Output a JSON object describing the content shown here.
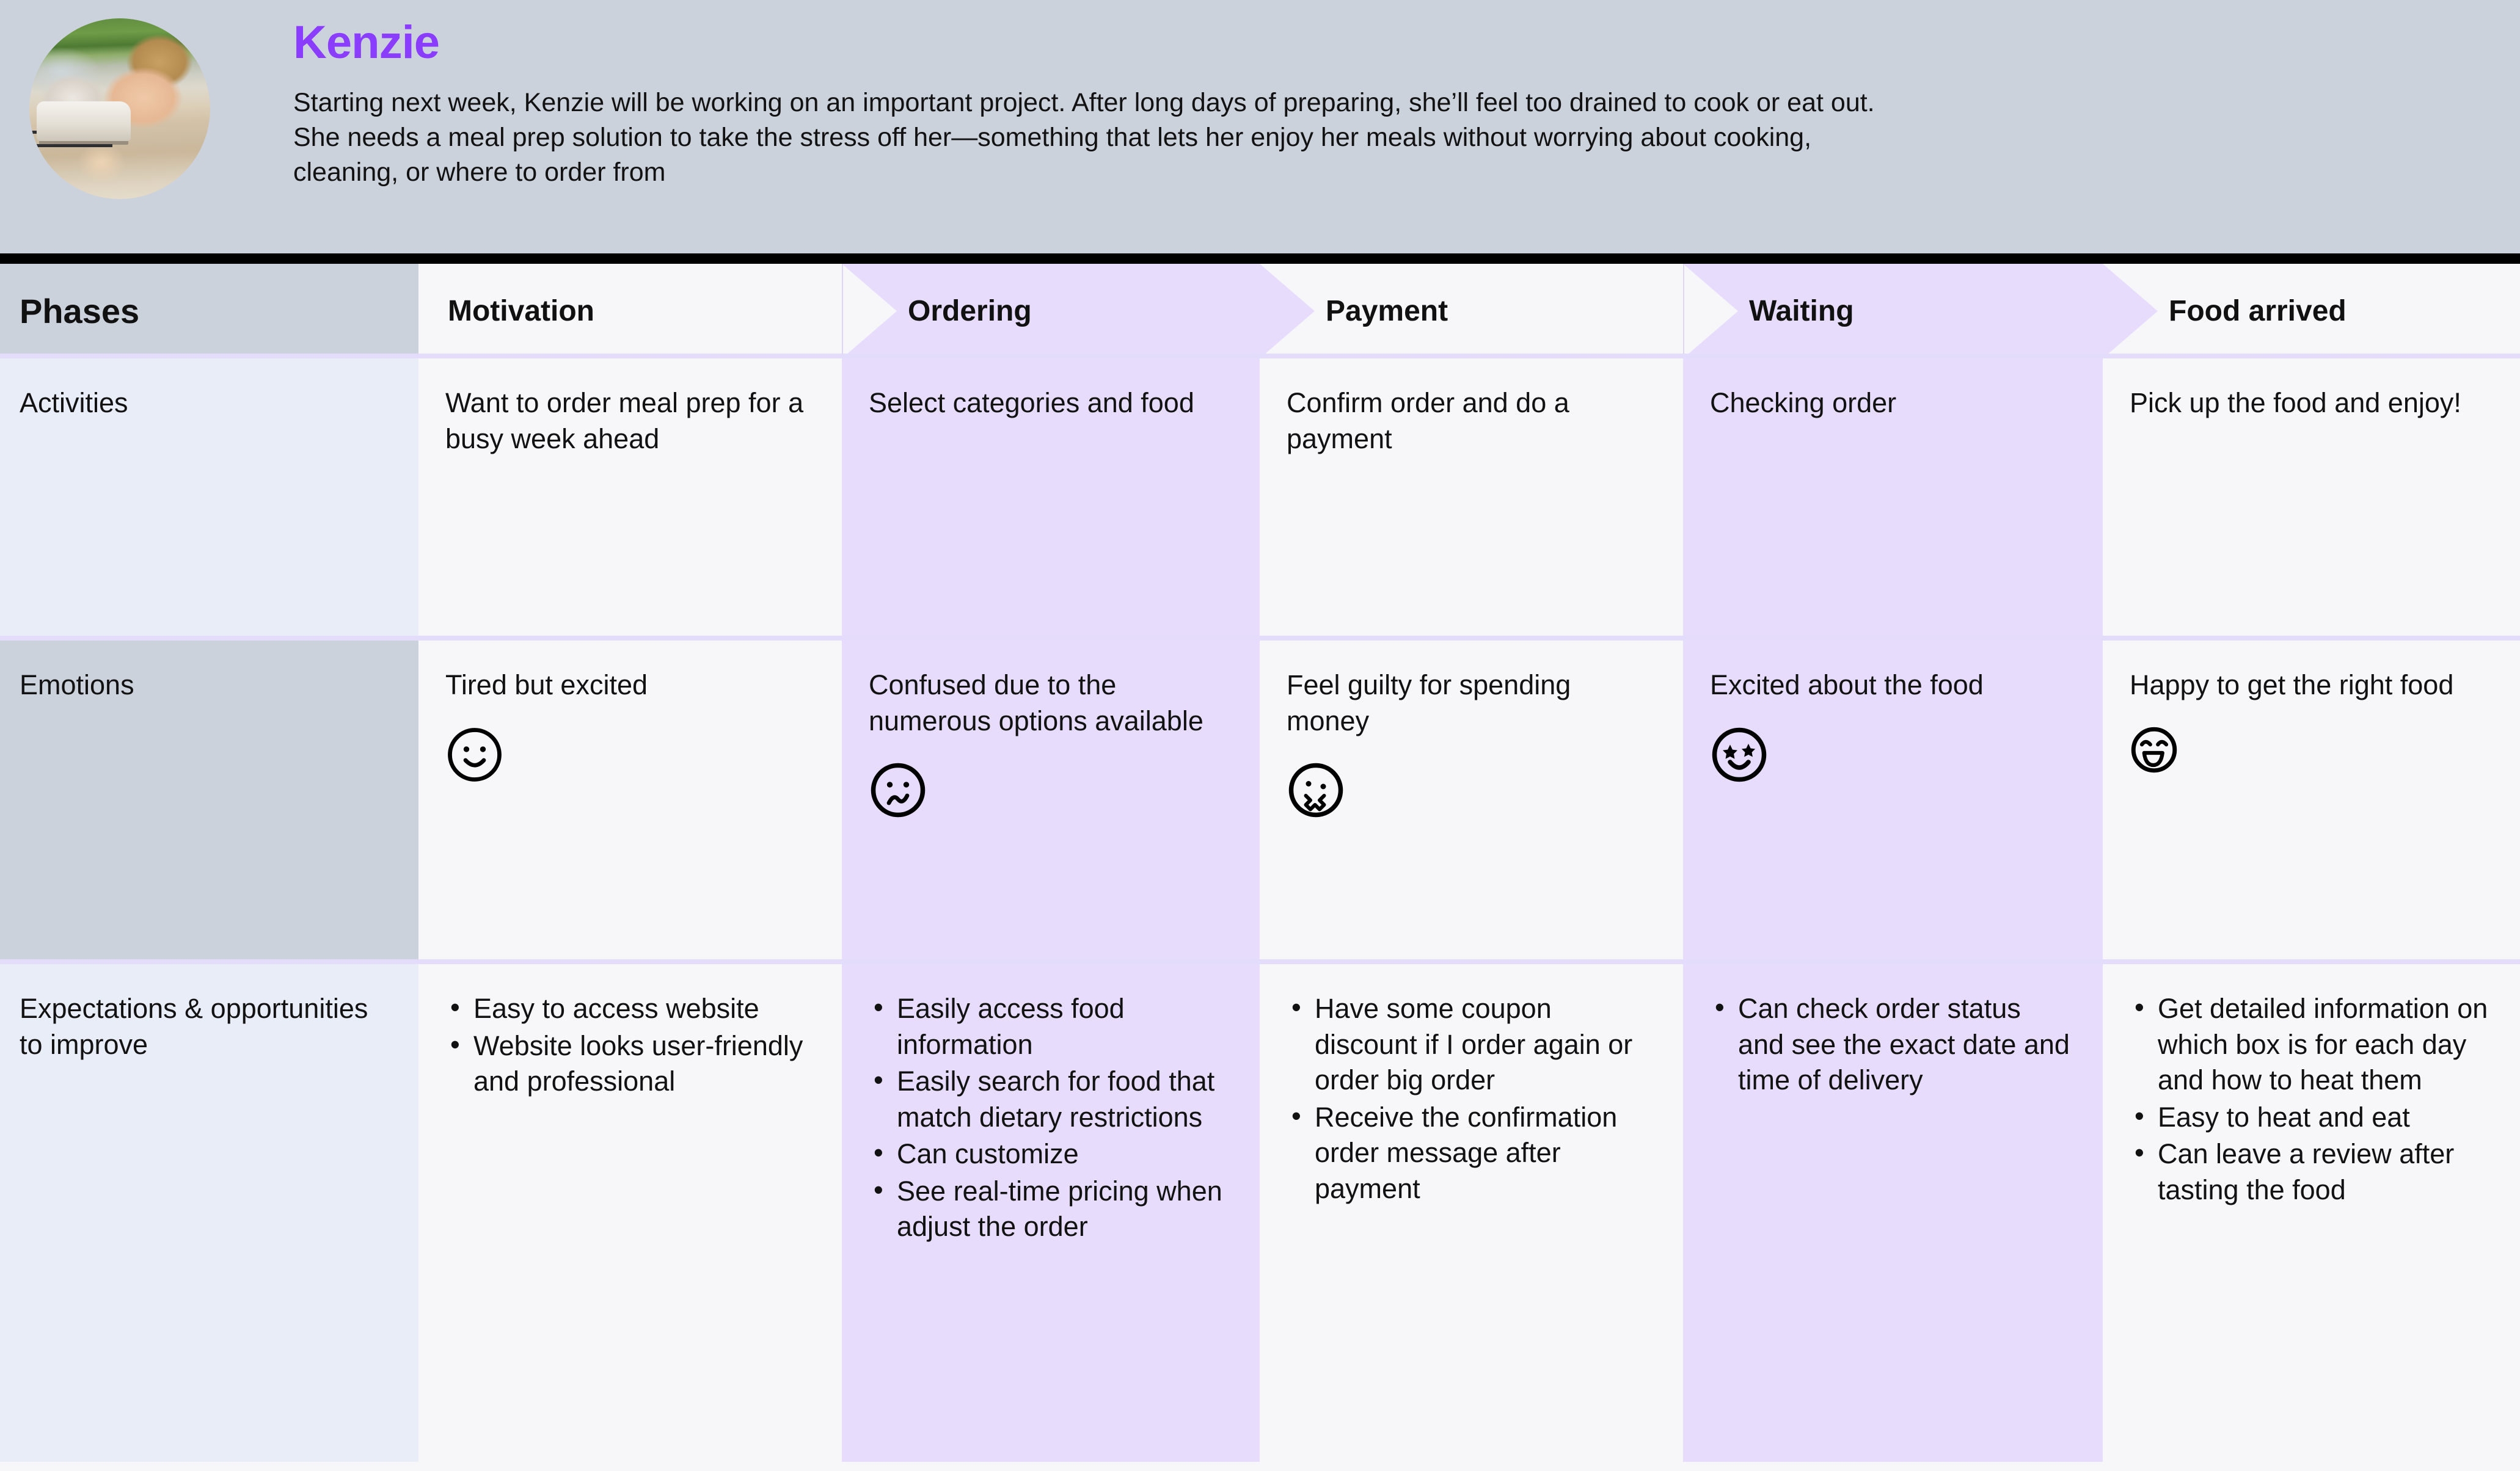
{
  "persona": {
    "name": "Kenzie",
    "name_color": "#8b3dff",
    "avatar_alt": "kenzie-photo",
    "description": "Starting next week, Kenzie will be working on an important project. After long days of preparing, she’ll feel too drained to cook or eat out. She needs a meal prep solution to take the stress off her—something that lets her enjoy her meals without worrying about cooking, cleaning, or where to order from"
  },
  "journey": {
    "corner_label": "Phases",
    "phases": [
      {
        "label": "Motivation",
        "highlight": false
      },
      {
        "label": "Ordering",
        "highlight": true
      },
      {
        "label": "Payment",
        "highlight": false
      },
      {
        "label": "Waiting",
        "highlight": true
      },
      {
        "label": "Food arrived",
        "highlight": false
      }
    ],
    "rows": [
      {
        "label": "Activities",
        "label_style": "light",
        "cells": [
          {
            "text": "Want to order meal prep for a busy week ahead"
          },
          {
            "text": "Select categories and food"
          },
          {
            "text": "Confirm order and do a payment"
          },
          {
            "text": "Checking order"
          },
          {
            "text": "Pick up the food and enjoy!"
          }
        ]
      },
      {
        "label": "Emotions",
        "label_style": "gray",
        "cells": [
          {
            "text": "Tired but excited",
            "face": "slightly-smiling-face"
          },
          {
            "text": "Confused due to the numerous options available",
            "face": "frowning-face"
          },
          {
            "text": "Feel guilty for spending money",
            "face": "confounded-face"
          },
          {
            "text": "Excited about the food",
            "face": "star-struck-face"
          },
          {
            "text": "Happy to get the right food",
            "face": "laughing-face"
          }
        ]
      },
      {
        "label": "Expectations & opportunities to improve",
        "label_style": "light",
        "cells": [
          {
            "bullets": [
              "Easy to access website",
              "Website looks user-friendly and professional"
            ]
          },
          {
            "bullets": [
              "Easily access food information",
              "Easily search for food that match dietary restrictions",
              "Can customize",
              "See real-time pricing when adjust the order"
            ]
          },
          {
            "bullets": [
              "Have some coupon discount if I order again or order big order",
              "Receive the confirmation order message after payment"
            ]
          },
          {
            "bullets": [
              "Can check order status and see the exact date and time of delivery"
            ]
          },
          {
            "bullets": [
              "Get detailed information on which box is for each day and how to heat them",
              "Easy to heat and eat",
              "Can leave a review after tasting the food"
            ]
          }
        ]
      }
    ]
  },
  "colors": {
    "header_bg": "#ccd2dc",
    "accent_purple": "#8b3dff",
    "phase_highlight": "#e7dcfb",
    "phase_plain": "#f7f7fa",
    "label_light": "#e9edf8",
    "label_gray": "#ccd2dc",
    "divider": "#000000",
    "row_separator": "#e4dcfb"
  }
}
